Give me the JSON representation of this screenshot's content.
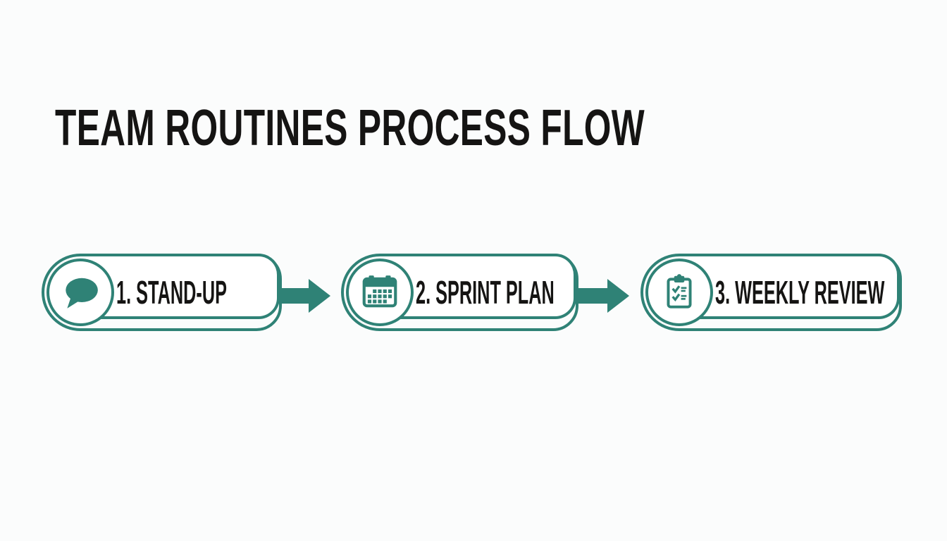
{
  "title": "TEAM ROUTINES PROCESS FLOW",
  "steps": [
    {
      "label": "1. STAND-UP",
      "icon": "speech-bubble-icon"
    },
    {
      "label": "2. SPRINT PLAN",
      "icon": "calendar-icon"
    },
    {
      "label": "3. WEEKLY REVIEW",
      "icon": "clipboard-checklist-icon"
    }
  ],
  "connectors": [
    {
      "icon": "arrow-right-icon"
    },
    {
      "icon": "arrow-right-icon"
    }
  ],
  "colors": {
    "accent_teal": "#2F8276",
    "title_text": "#151413",
    "background": "#FBFCFC"
  }
}
